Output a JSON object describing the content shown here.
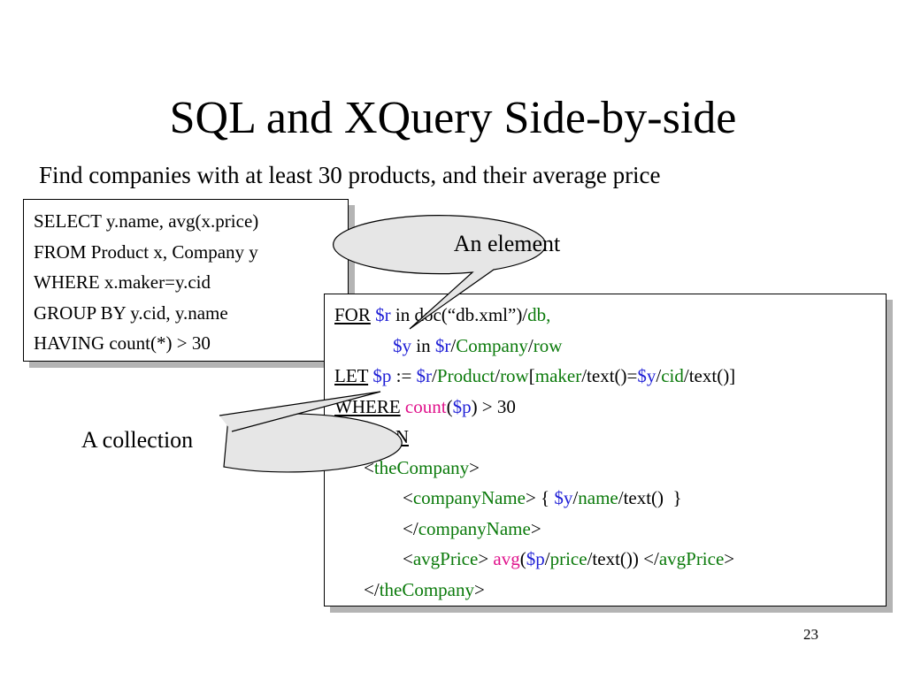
{
  "slide": {
    "title": "SQL and XQuery Side-by-side",
    "subtitle": "Find companies with at least 30 products, and their average price",
    "page_number": "23"
  },
  "sql": {
    "lines": [
      "SELECT y.name, avg(x.price)",
      "FROM Product x, Company y",
      "WHERE x.maker=y.cid",
      "GROUP BY y.cid, y.name",
      "HAVING count(*) > 30"
    ]
  },
  "xquery": {
    "for_kw": "FOR",
    "r_var": "$r",
    "in1": " in doc(“db.xml”)/",
    "db": "db,",
    "y_var": "$y",
    "in2": " in ",
    "r_var2": "$r",
    "slash1": "/",
    "company": "Company",
    "slash2": "/",
    "row1": "row",
    "let_kw": "LET",
    "p_var": "$p",
    "assign": " := ",
    "r_var3": "$r",
    "slash3": "/",
    "product": "Product",
    "slash4": "/",
    "row2": "row",
    "bracket_open": "[",
    "maker": "maker",
    "text_eq": "/text()=",
    "y_var2": "$y",
    "slash5": "/",
    "cid": "cid",
    "text_close": "/text()]",
    "where_kw": "WHERE",
    "count_fn": "count",
    "paren_open": "(",
    "p_var2": "$p",
    "cmp": ") > 30",
    "return_kw": "RETURN",
    "lt1": "<",
    "the_company_open": "theCompany",
    "gt1": ">",
    "lt2": "<",
    "company_name_open": "companyName",
    "gt2_brace": "> { ",
    "y_var3": "$y",
    "slash6": "/",
    "name": "name",
    "text_brace": "/text()  }",
    "lt3": "</",
    "company_name_close": "companyName",
    "gt3": ">",
    "lt4": "<",
    "avg_price_open": "avgPrice",
    "gt4": "> ",
    "avg_fn": "avg",
    "paren_open2": "(",
    "p_var3": "$p",
    "slash7": "/",
    "price": "price",
    "text_paren": "/text()) </",
    "avg_price_close": "avgPrice",
    "gt5": ">",
    "lt5": "</",
    "the_company_close": "theCompany",
    "gt6": ">"
  },
  "callouts": {
    "element": "An element",
    "collection": "A collection"
  },
  "colors": {
    "variable": "#1f1fd6",
    "path": "#0b7a0b",
    "function": "#e0138c",
    "shadow": "#b4b4b4",
    "callout_fill": "#e6e6e6"
  }
}
